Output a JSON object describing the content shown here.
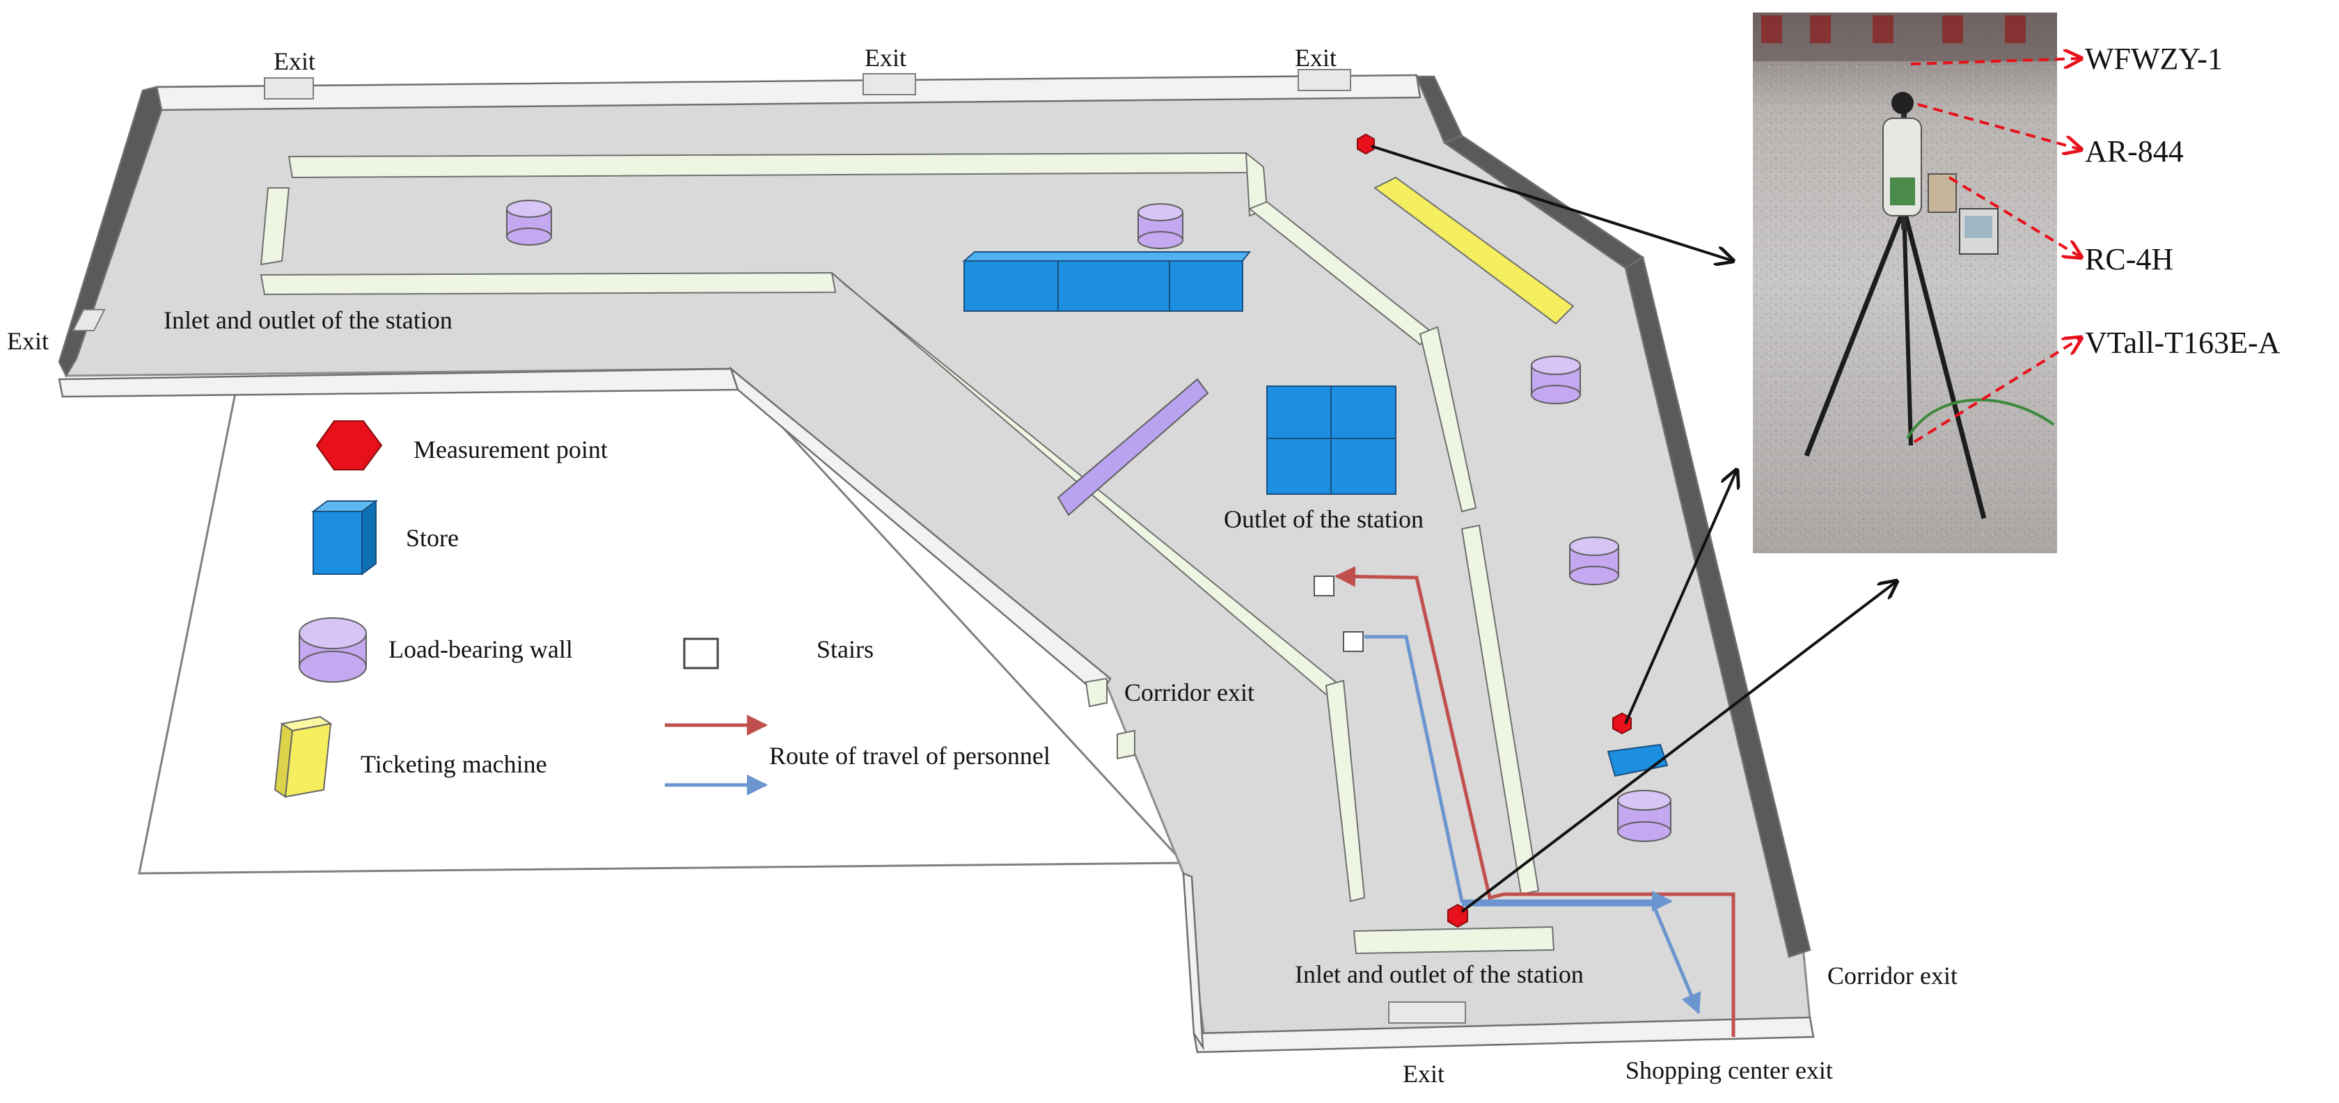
{
  "floor_labels": {
    "exit_top_left": "Exit",
    "exit_top_mid": "Exit",
    "exit_top_right": "Exit",
    "exit_left": "Exit",
    "exit_bottom": "Exit",
    "inlet_outlet_top": "Inlet and outlet of the station",
    "inlet_outlet_bottom": "Inlet and outlet of the station",
    "outlet_station": "Outlet of the station",
    "corridor_exit_mid": "Corridor exit",
    "corridor_exit_right": "Corridor exit",
    "shopping_center_exit": "Shopping center exit"
  },
  "legend": {
    "measurement_point": "Measurement point",
    "store": "Store",
    "load_bearing_wall": "Load-bearing wall",
    "ticketing_machine": "Ticketing machine",
    "stairs": "Stairs",
    "route_of_travel": "Route of travel of personnel"
  },
  "instruments": [
    "WFWZY-1",
    "AR-844",
    "RC-4H",
    "VTall-T163E-A"
  ],
  "colors": {
    "measurement": "#e8101a",
    "store": "#1c8fe0",
    "load_wall": "#c4a8f0",
    "ticket": "#f5ee5e",
    "route_red": "#c0504d",
    "route_blue": "#6b95cf",
    "floor": "#d9d9d9",
    "wall": "#f2f2f2",
    "corridor": "#eef5e3",
    "purple_bar": "#b9a2ef"
  }
}
